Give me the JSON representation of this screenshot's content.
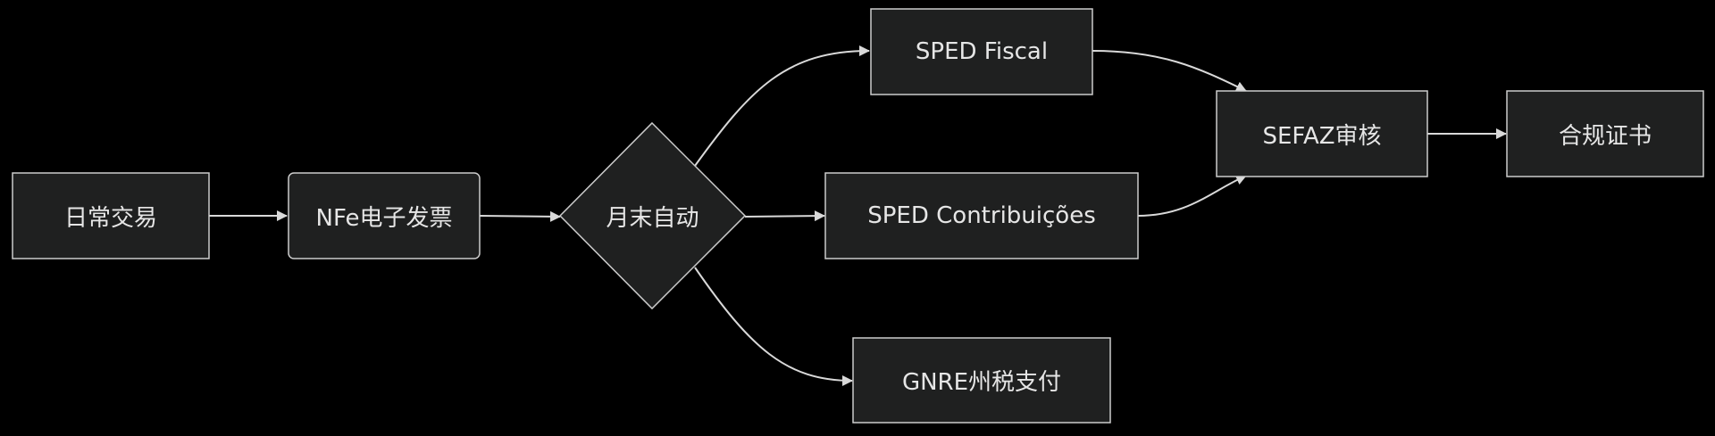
{
  "colors": {
    "background": "#000000",
    "node_fill": "#1f2020",
    "node_stroke": "#cccccc",
    "edge": "#d9d9d9",
    "text": "#e6e6e6"
  },
  "nodes": {
    "daily_trade": "日常交易",
    "nfe_invoice": "NFe电子发票",
    "month_end_auto": "月末自动",
    "sped_fiscal": "SPED Fiscal",
    "sped_contrib": "SPED Contribuições",
    "gnre_tax": "GNRE州税支付",
    "sefaz_review": "SEFAZ审核",
    "compliance_cert": "合规证书"
  }
}
